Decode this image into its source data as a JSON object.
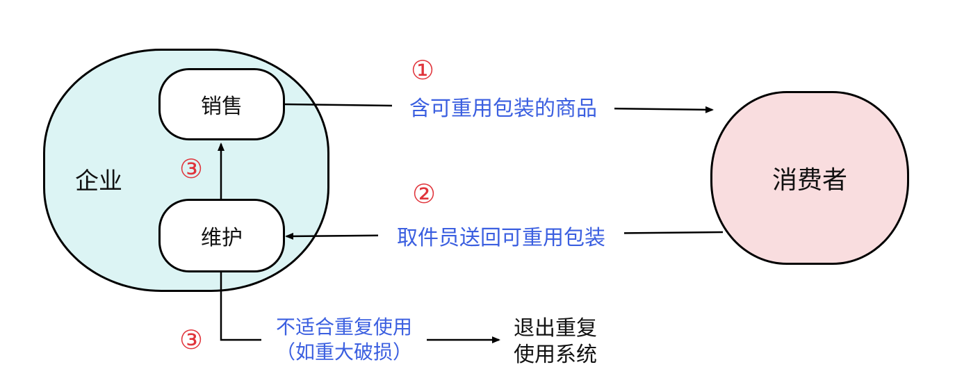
{
  "enterprise": {
    "label": "企业"
  },
  "sales": {
    "label": "销售"
  },
  "maintenance": {
    "label": "维护"
  },
  "consumer": {
    "label": "消费者"
  },
  "edges": {
    "to_consumer": {
      "label": "含可重用包装的商品"
    },
    "from_consumer": {
      "label": "取件员送回可重用包装"
    },
    "to_exit": {
      "line1": "不适合重复使用",
      "line2": "（如重大破损）"
    }
  },
  "exit": {
    "line1": "退出重复",
    "line2": "使用系统"
  },
  "steps": {
    "one": "①",
    "two": "②",
    "three_a": "③",
    "three_b": "③"
  },
  "colors": {
    "enterprise_fill": "#dcf4f4",
    "consumer_fill": "#f9dddf",
    "edge_label": "#3b5fe0",
    "step_number": "#e0333a"
  }
}
